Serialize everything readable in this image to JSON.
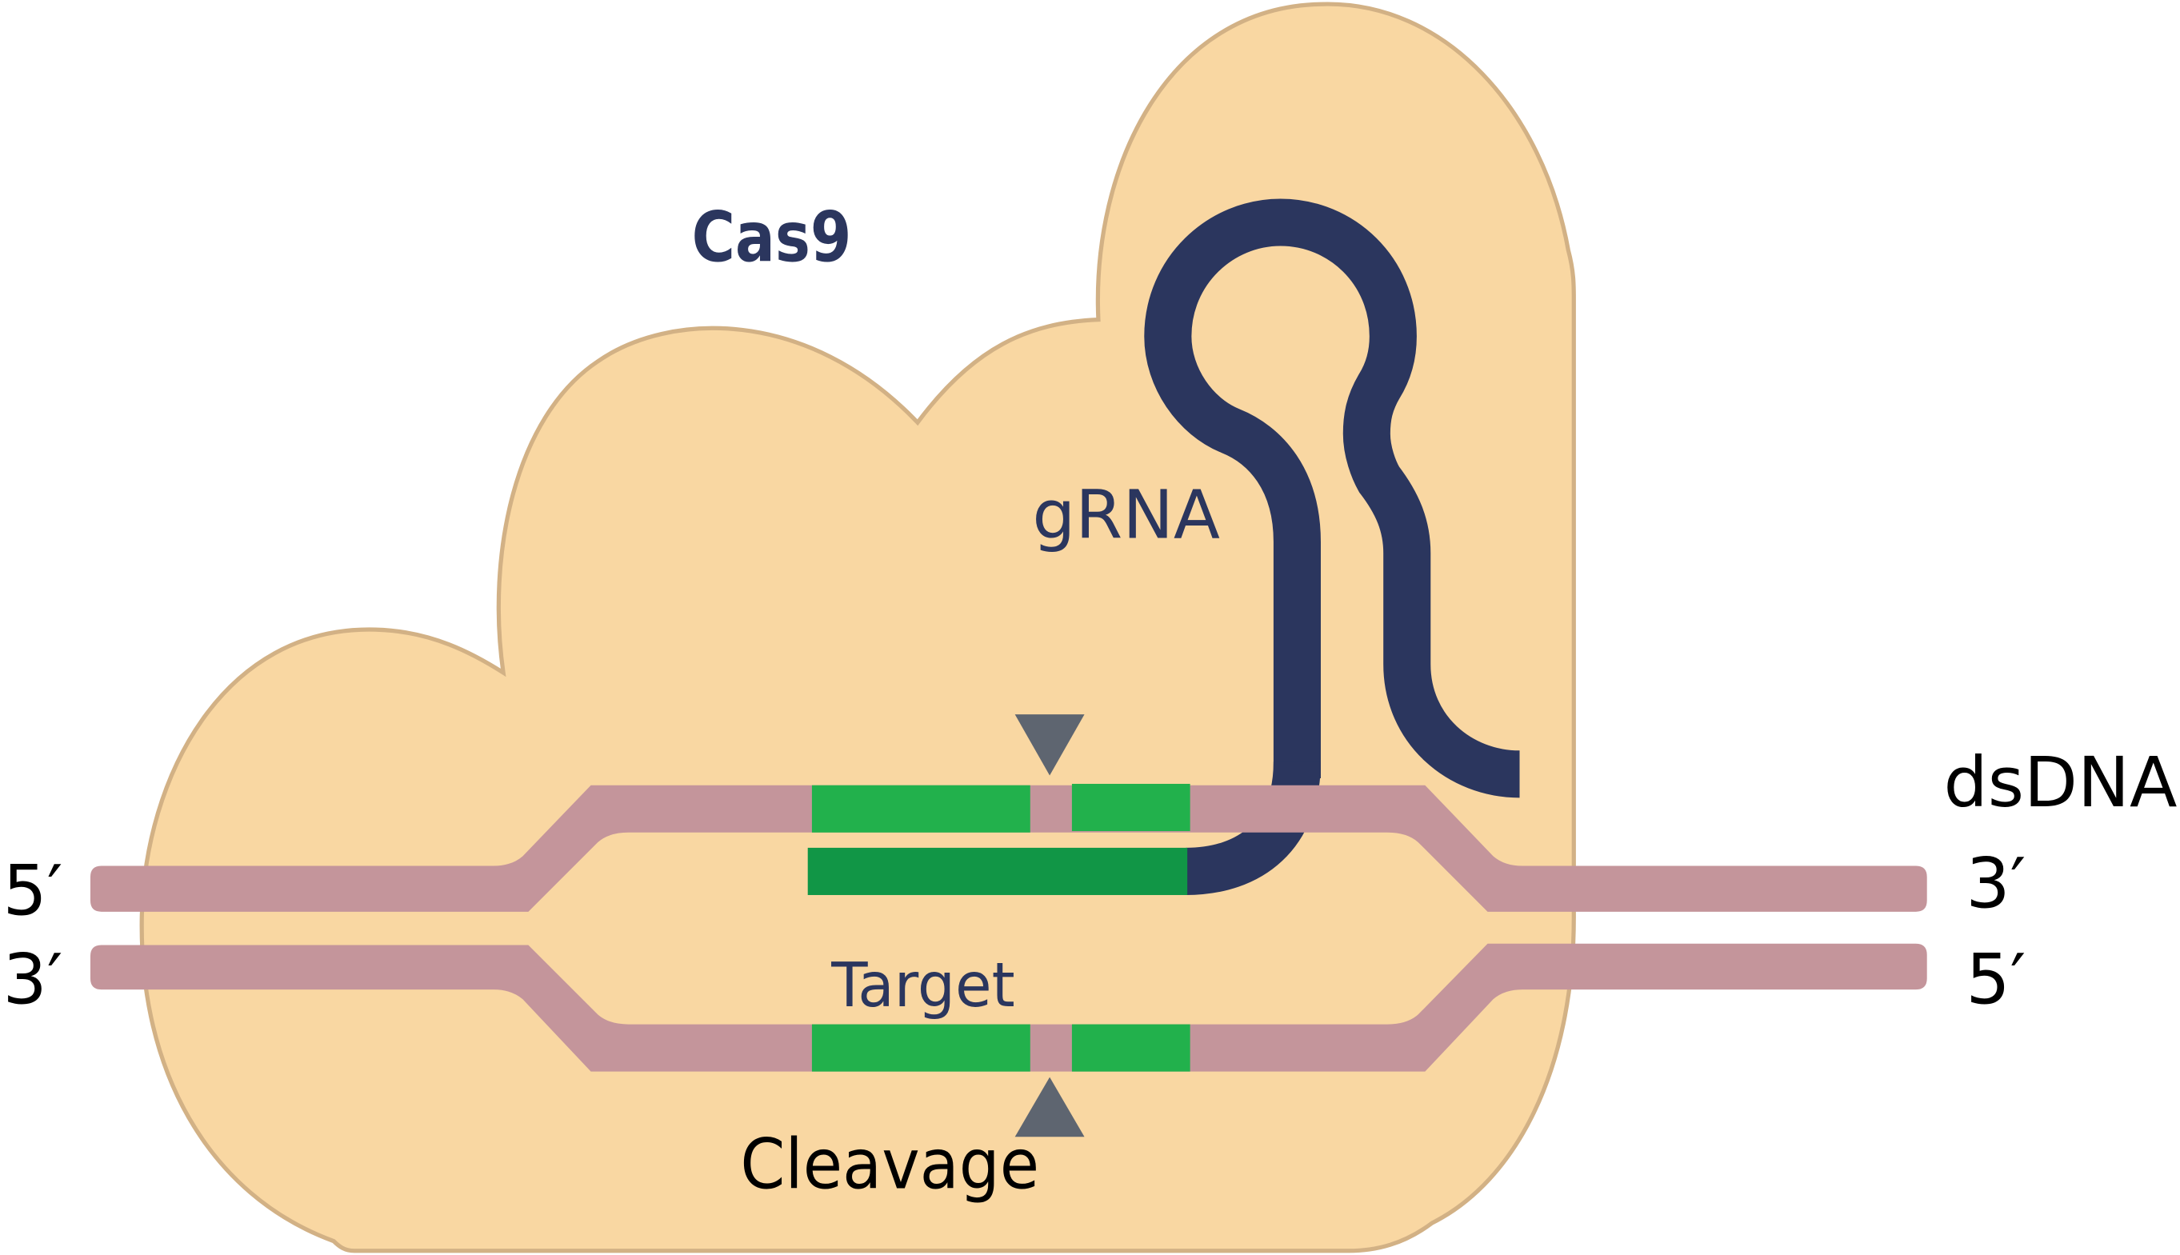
{
  "title": "CRISPR-Cas9 cleavage of double-stranded DNA",
  "labels": {
    "protein": "Cas9",
    "guide_rna": "gRNA",
    "target": "Target",
    "cleavage": "Cleavage",
    "dsdna": "dsDNA",
    "left_top_end": "5′",
    "left_bottom_end": "3′",
    "right_top_end": "3′",
    "right_bottom_end": "5′"
  },
  "components": [
    {
      "id": "cas9",
      "name": "Cas9 protein",
      "color": "#F9D7A2",
      "outline": "#D2B185"
    },
    {
      "id": "grna",
      "name": "guide RNA scaffold",
      "color": "#2B365E"
    },
    {
      "id": "grna-spacer",
      "name": "gRNA spacer (paired with target)",
      "color": "#119646"
    },
    {
      "id": "protospacer",
      "name": "Target sequence",
      "color": "#22B14C"
    },
    {
      "id": "dna-strand",
      "name": "DNA strand",
      "color": "#C4959B"
    },
    {
      "id": "cut-marker",
      "name": "Cleavage site marker",
      "color": "#5E6570"
    }
  ],
  "colors": {
    "background": "#FFFFFF",
    "cas9_fill": "#F9D7A2",
    "cas9_outline": "#D2B185",
    "grna": "#2B365E",
    "spacer": "#119646",
    "target": "#22B14C",
    "dna": "#C4959B",
    "marker": "#5E6570",
    "label_navy": "#2B365E",
    "label_black": "#000000"
  }
}
